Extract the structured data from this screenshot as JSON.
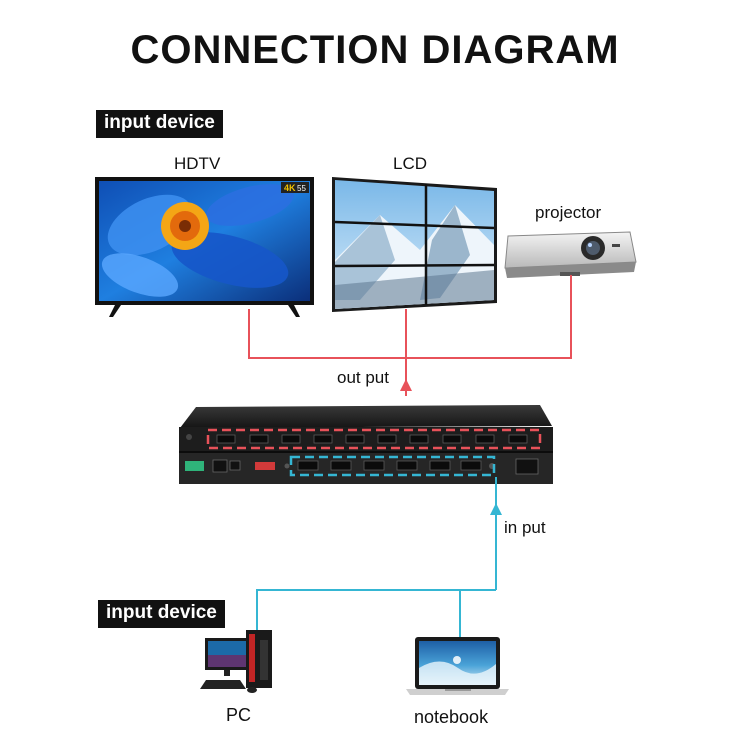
{
  "title": "CONNECTION DIAGRAM",
  "sections": {
    "top_tag": "input device",
    "bottom_tag": "input device"
  },
  "devices": {
    "hdtv": "HDTV",
    "lcd": "LCD",
    "projector": "projector",
    "pc": "PC",
    "notebook": "notebook"
  },
  "tv_badge": {
    "res": "4K",
    "size": "55"
  },
  "connections": {
    "output_label": "out put",
    "input_label": "in put"
  },
  "colors": {
    "output_line": "#e8525a",
    "input_line": "#35b6d3"
  }
}
